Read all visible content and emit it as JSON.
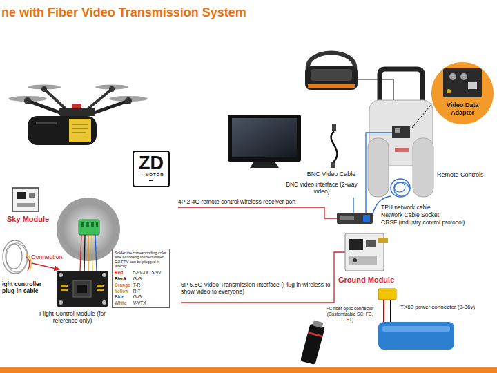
{
  "diagram": {
    "title": "ne with Fiber Video Transmission System",
    "nodes": [
      {
        "text": [
          "ZD",
          "MOTOR"
        ]
      },
      {
        "text": [
          "Video Data Adapter"
        ]
      },
      {
        "text": [
          "Solder the corresponding color wire according to the number DJI FPV can be plugged in directly.",
          "Red",
          "5-9V-DC 5-9V",
          "Black",
          "G-G",
          "Orange",
          "T-R",
          "Yellow",
          "R-T",
          "Blue",
          "G-G",
          "White",
          "V-VTX"
        ]
      }
    ],
    "labels": [
      "Sky Module",
      "ight controller plug-in cable",
      "Connection",
      "Flight Control Module (for reference only)",
      "BNC Video Cable",
      "Remote Controls",
      "BNC video interface (2-way video)",
      "4P 2.4G remote control wireless receiver port",
      "TPU network cable",
      "Network Cable Socket",
      "CRSF (industry control protocol)",
      "Ground Module",
      "6P 5.8G Video Transmission Interface (Plug in wireless to show video to everyone)",
      "FC fiber optic connector (Customizable SC, FC, ST)",
      "TX60 power connector (9-36v)"
    ]
  }
}
